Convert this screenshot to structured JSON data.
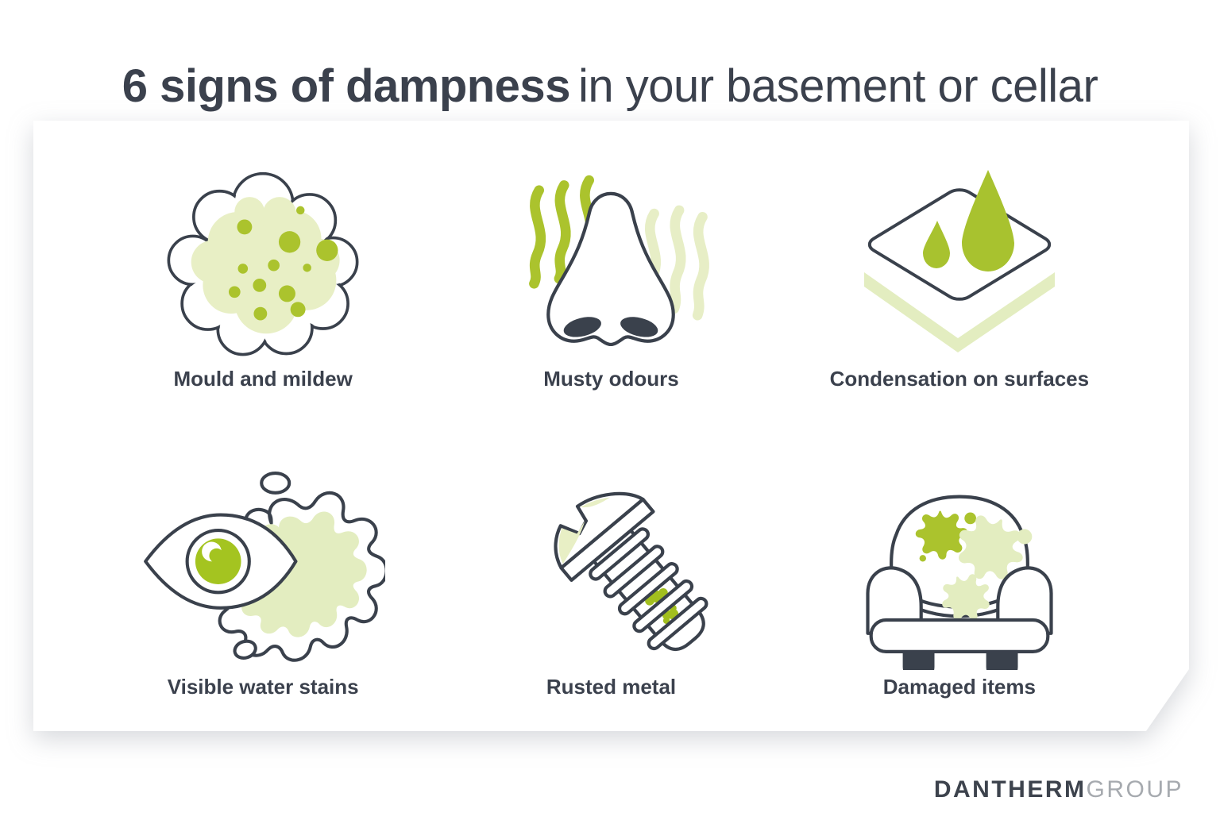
{
  "title": {
    "bold": "6 signs of dampness",
    "light": "in your basement or cellar"
  },
  "signs": [
    {
      "label": "Mould and mildew",
      "icon": "mould-icon"
    },
    {
      "label": "Musty odours",
      "icon": "nose-odour-icon"
    },
    {
      "label": "Condensation on surfaces",
      "icon": "condensation-icon"
    },
    {
      "label": "Visible water stains",
      "icon": "eye-water-stain-icon"
    },
    {
      "label": "Rusted metal",
      "icon": "rusted-screw-icon"
    },
    {
      "label": "Damaged items",
      "icon": "damaged-armchair-icon"
    }
  ],
  "logo": {
    "primary": "DANTHERM",
    "secondary": "GROUP"
  },
  "colors": {
    "outline": "#3a414c",
    "text": "#3b414d",
    "bright_green": "#abc32d",
    "pale_green": "#e8efc5",
    "dark_fill": "#3a414c",
    "background": "#ffffff",
    "logo_primary": "#3d434d",
    "logo_secondary": "#a6aaaf"
  }
}
